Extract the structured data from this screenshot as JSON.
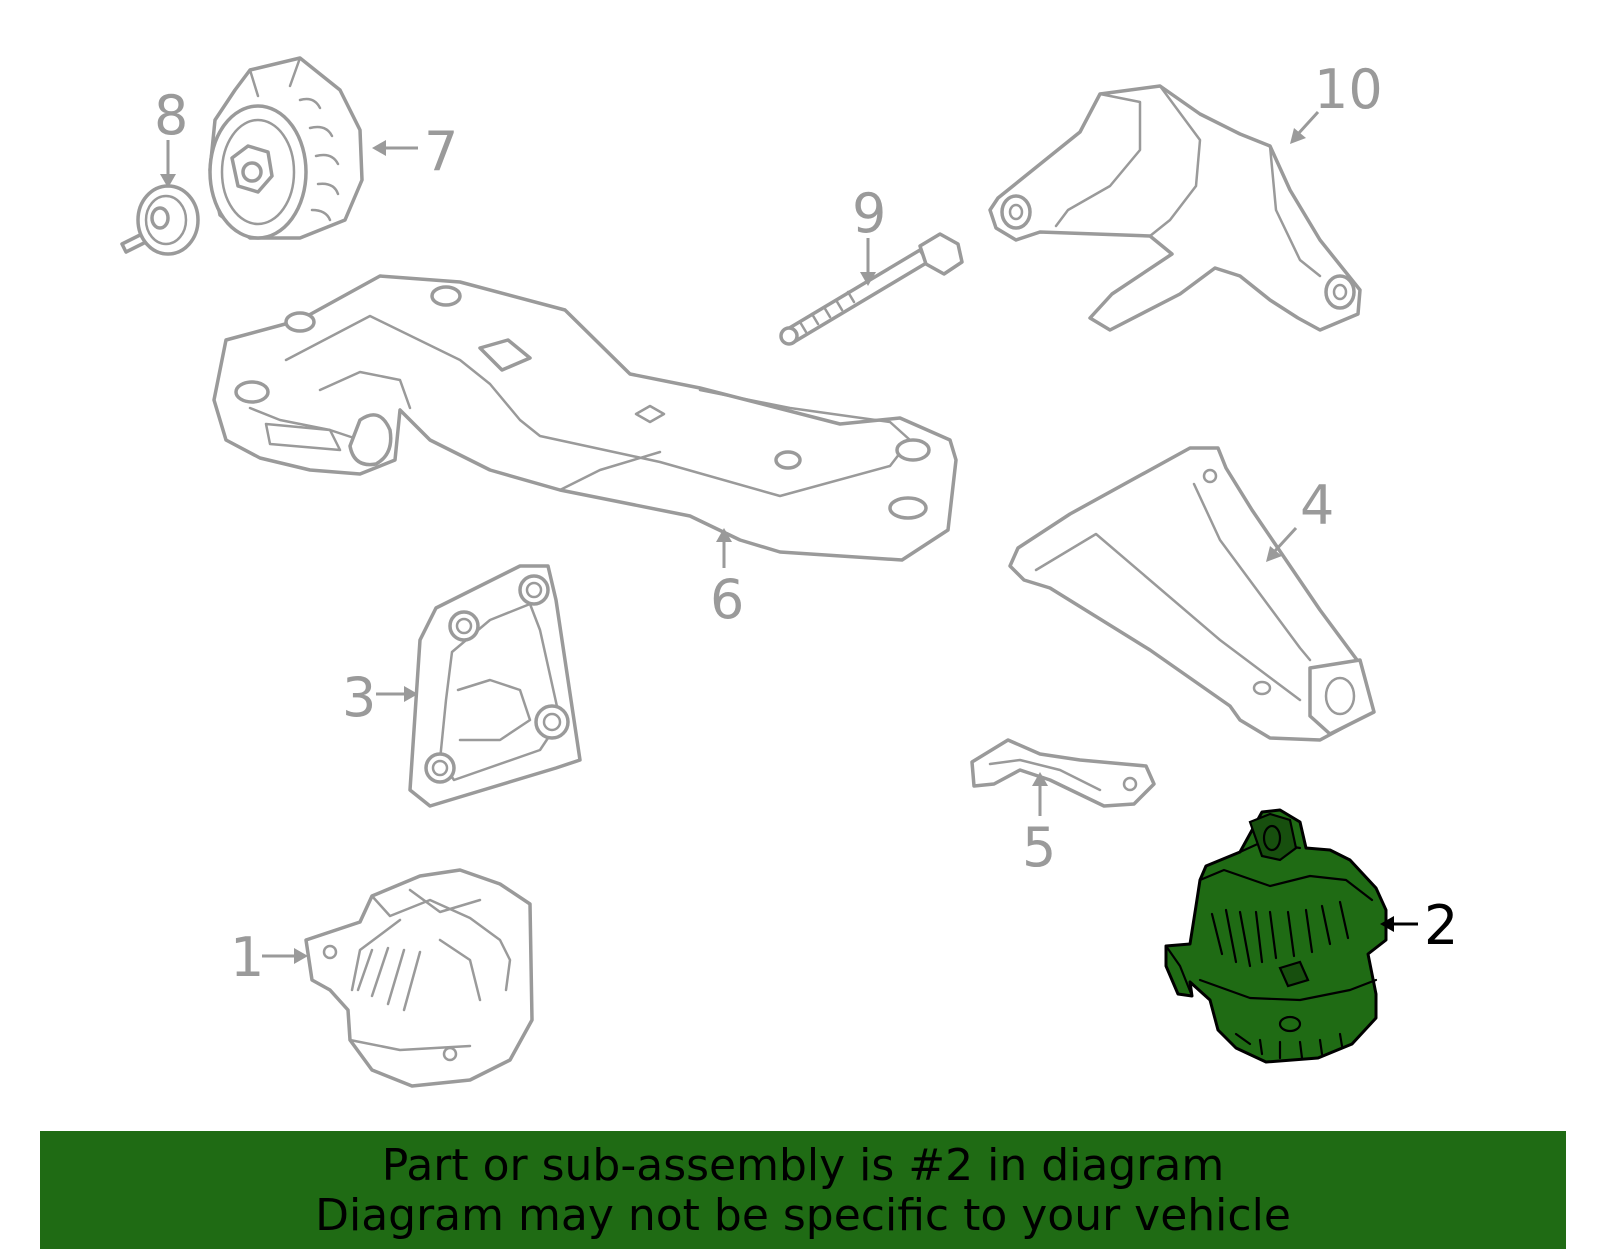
{
  "diagram": {
    "callouts": [
      {
        "number": "1",
        "part": "part-1"
      },
      {
        "number": "2",
        "part": "part-2"
      },
      {
        "number": "3",
        "part": "part-3"
      },
      {
        "number": "4",
        "part": "part-4"
      },
      {
        "number": "5",
        "part": "part-5"
      },
      {
        "number": "6",
        "part": "part-6"
      },
      {
        "number": "7",
        "part": "part-7"
      },
      {
        "number": "8",
        "part": "part-8"
      },
      {
        "number": "9",
        "part": "part-9"
      },
      {
        "number": "10",
        "part": "part-10"
      }
    ],
    "highlighted_part": "2"
  },
  "colors": {
    "highlight_fill": "#1f6b14",
    "line_gray": "#9a9a9a",
    "banner_background": "#1f6b14",
    "banner_text": "#000000"
  },
  "banner": {
    "line1": "Part or sub-assembly is #2 in diagram",
    "line2": "Diagram may not be specific to your vehicle"
  }
}
